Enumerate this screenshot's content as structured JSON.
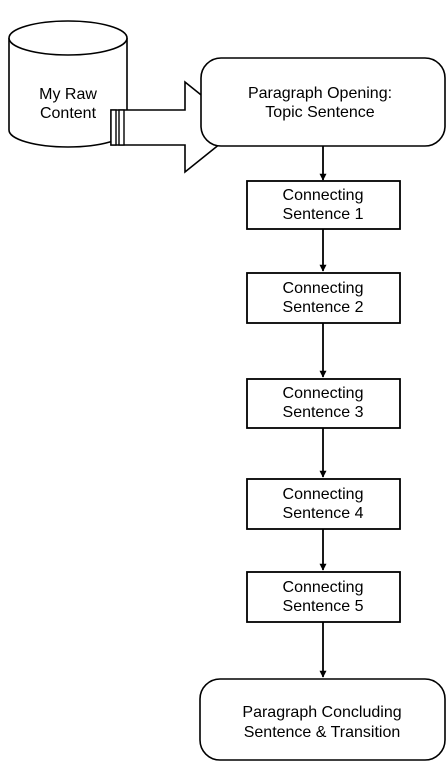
{
  "source": {
    "line1": "My Raw",
    "line2": "Content"
  },
  "opening": {
    "line1": "Paragraph Opening:",
    "line2": "Topic Sentence"
  },
  "connecting": [
    {
      "line1": "Connecting",
      "line2": "Sentence 1"
    },
    {
      "line1": "Connecting",
      "line2": "Sentence 2"
    },
    {
      "line1": "Connecting",
      "line2": "Sentence 3"
    },
    {
      "line1": "Connecting",
      "line2": "Sentence 4"
    },
    {
      "line1": "Connecting",
      "line2": "Sentence 5"
    }
  ],
  "closing": {
    "line1": "Paragraph Concluding",
    "line2": "Sentence & Transition"
  }
}
